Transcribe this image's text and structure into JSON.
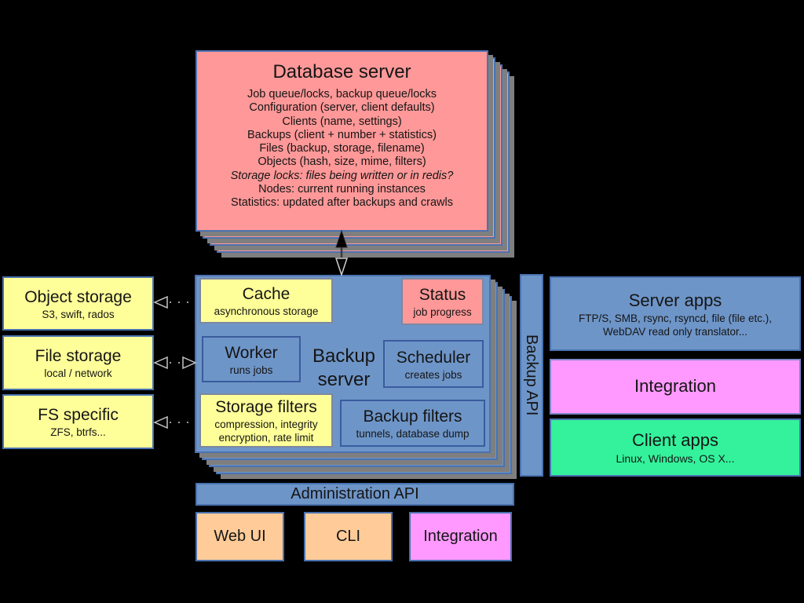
{
  "colors": {
    "background": "#000000",
    "pink": "#ff9898",
    "yellow": "#ffff99",
    "blue_fill": "#6e95c8",
    "blue_border": "#4a72b0",
    "magenta": "#ff99ff",
    "green": "#33f29b",
    "orange": "#ffcc99",
    "shadow_gray": "#7f7f7f"
  },
  "database": {
    "title": "Database server",
    "lines": [
      "Job queue/locks, backup queue/locks",
      "Configuration (server, client defaults)",
      "Clients (name, settings)",
      "Backups (client + number + statistics)",
      "Files (backup, storage, filename)",
      "Objects (hash, size, mime, filters)",
      "Storage locks: files being written or in redis?",
      "Nodes: current running instances",
      "Statistics: updated after backups and crawls"
    ]
  },
  "left_storage": [
    {
      "title": "Object storage",
      "subtitle": "S3, swift, rados"
    },
    {
      "title": "File storage",
      "subtitle": "local / network"
    },
    {
      "title": "FS specific",
      "subtitle": "ZFS, btrfs..."
    }
  ],
  "backup_server": {
    "label_line1": "Backup",
    "label_line2": "server",
    "cache": {
      "title": "Cache",
      "subtitle": "asynchronous storage"
    },
    "status": {
      "title": "Status",
      "subtitle": "job progress"
    },
    "worker": {
      "title": "Worker",
      "subtitle": "runs jobs"
    },
    "scheduler": {
      "title": "Scheduler",
      "subtitle": "creates jobs"
    },
    "storage_filters": {
      "title": "Storage filters",
      "subtitle_line1": "compression, integrity",
      "subtitle_line2": "encryption, rate limit"
    },
    "backup_filters": {
      "title": "Backup filters",
      "subtitle": "tunnels, database dump"
    }
  },
  "backup_api": {
    "label": "Backup API"
  },
  "right_apps": {
    "server_apps": {
      "title": "Server apps",
      "subtitle_line1": "FTP/S, SMB, rsync, rsyncd, file (file etc.),",
      "subtitle_line2": "WebDAV read only translator..."
    },
    "integration": {
      "label": "Integration"
    },
    "client_apps": {
      "title": "Client apps",
      "subtitle": "Linux, Windows, OS X..."
    }
  },
  "admin_api": {
    "label": "Administration API"
  },
  "bottom_tools": [
    {
      "label": "Web UI"
    },
    {
      "label": "CLI"
    },
    {
      "label": "Integration"
    }
  ]
}
